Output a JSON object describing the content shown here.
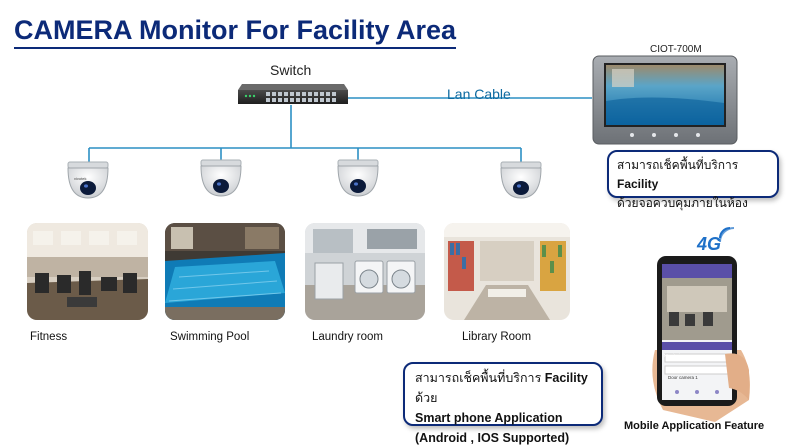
{
  "title": "CAMERA Monitor For Facility Area",
  "switch": {
    "label": "Switch"
  },
  "link": {
    "label": "Lan Cable"
  },
  "monitor": {
    "model": "CIOT-700M"
  },
  "bubble_monitor": {
    "line1_prefix": "สามารถเช็คพื้นที่บริการ ",
    "line1_bold": "Facility",
    "line2": "ด้วยจอควบคุมภายในห้อง"
  },
  "areas": [
    {
      "label": "Fitness"
    },
    {
      "label": "Swimming Pool"
    },
    {
      "label": "Laundry room"
    },
    {
      "label": "Library Room"
    }
  ],
  "mobile": {
    "badge": "4G",
    "label": "Mobile Application Feature",
    "screen_title": "Monitoring",
    "screen_caption": "Door camera 1"
  },
  "bubble_mobile": {
    "line1_prefix": "สามารถเช็คพื้นที่บริการ ",
    "line1_bold": "Facility",
    "line1_suffix": " ด้วย",
    "line2": "Smart phone Application",
    "line3": "(Android , IOS Supported)"
  },
  "colors": {
    "title": "#0c2a78",
    "wire": "#2c8fc4",
    "bubble_border": "#0c2a78"
  }
}
